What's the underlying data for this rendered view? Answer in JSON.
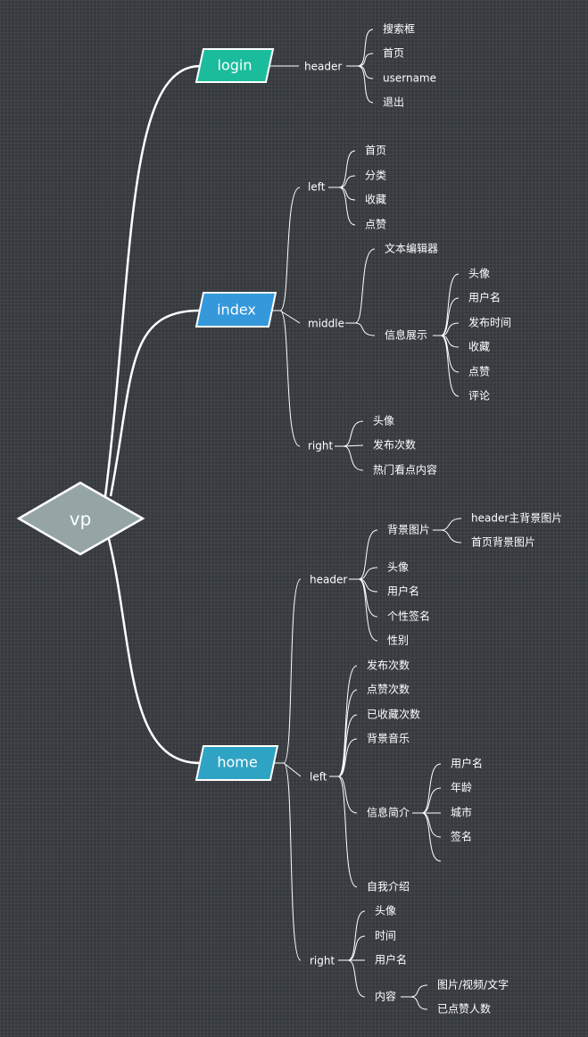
{
  "root": {
    "label": "vp",
    "color": "#95a5a6"
  },
  "branches": [
    {
      "label": "login",
      "color": "#1abc9c",
      "children": [
        {
          "label": "header",
          "children": [
            {
              "label": "搜索框"
            },
            {
              "label": "首页"
            },
            {
              "label": "username"
            },
            {
              "label": "退出"
            }
          ]
        }
      ]
    },
    {
      "label": "index",
      "color": "#3498db",
      "children": [
        {
          "label": "left",
          "children": [
            {
              "label": "首页"
            },
            {
              "label": "分类"
            },
            {
              "label": "收藏"
            },
            {
              "label": "点赞"
            }
          ]
        },
        {
          "label": "middle",
          "children": [
            {
              "label": "文本编辑器"
            },
            {
              "label": "信息展示",
              "children": [
                {
                  "label": "头像"
                },
                {
                  "label": "用户名"
                },
                {
                  "label": "发布时间"
                },
                {
                  "label": "收藏"
                },
                {
                  "label": "点赞"
                },
                {
                  "label": "评论"
                }
              ]
            }
          ]
        },
        {
          "label": "right",
          "children": [
            {
              "label": "头像"
            },
            {
              "label": "发布次数"
            },
            {
              "label": "热门看点内容"
            }
          ]
        }
      ]
    },
    {
      "label": "home",
      "color": "#2fa3c4",
      "children": [
        {
          "label": "header",
          "children": [
            {
              "label": "背景图片",
              "children": [
                {
                  "label": "header主背景图片"
                },
                {
                  "label": "首页背景图片"
                }
              ]
            },
            {
              "label": "头像"
            },
            {
              "label": "用户名"
            },
            {
              "label": "个性签名"
            },
            {
              "label": "性别"
            }
          ]
        },
        {
          "label": "left",
          "children": [
            {
              "label": "发布次数"
            },
            {
              "label": "点赞次数"
            },
            {
              "label": "已收藏次数"
            },
            {
              "label": "背景音乐"
            },
            {
              "label": "信息简介",
              "children": [
                {
                  "label": "用户名"
                },
                {
                  "label": "年龄"
                },
                {
                  "label": "城市"
                },
                {
                  "label": "签名"
                },
                {
                  "label": ""
                }
              ]
            },
            {
              "label": "自我介绍"
            }
          ]
        },
        {
          "label": "right",
          "children": [
            {
              "label": "头像"
            },
            {
              "label": "时间"
            },
            {
              "label": "用户名"
            },
            {
              "label": "内容",
              "children": [
                {
                  "label": "图片/视频/文字"
                },
                {
                  "label": "已点赞人数"
                }
              ]
            }
          ]
        }
      ]
    }
  ]
}
